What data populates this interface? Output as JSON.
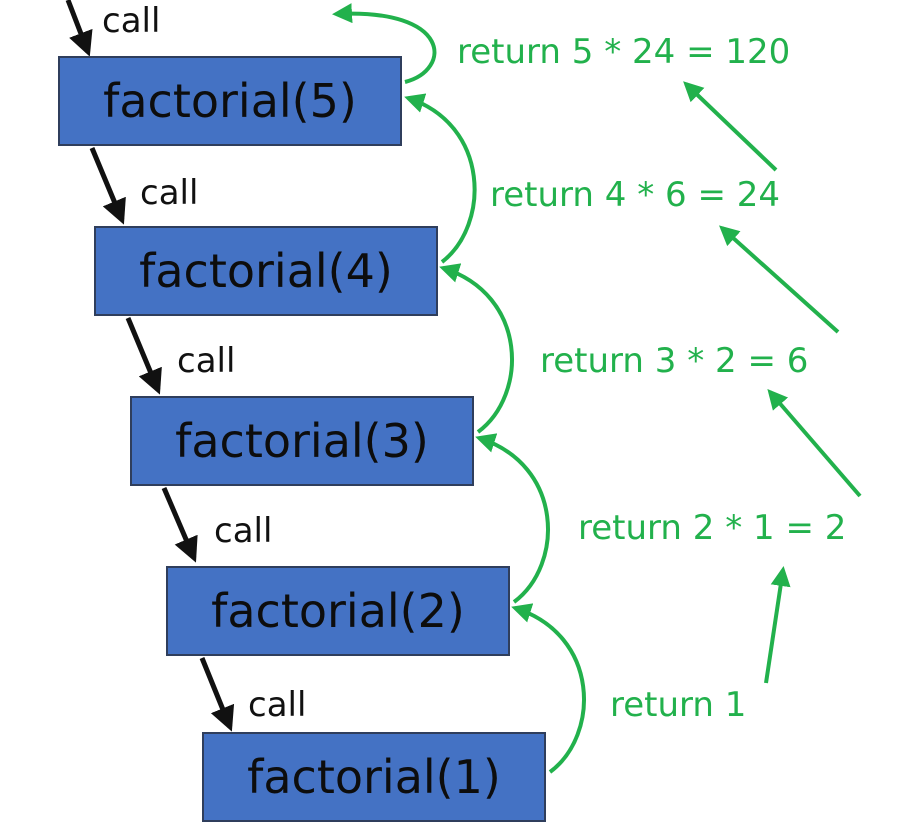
{
  "colors": {
    "box_fill": "#4472c4",
    "box_text": "#0d0d0d",
    "return_green": "#22b14c",
    "call_arrow": "#111111"
  },
  "calls": [
    {
      "label": "factorial(5)",
      "call_label": "call"
    },
    {
      "label": "factorial(4)",
      "call_label": "call"
    },
    {
      "label": "factorial(3)",
      "call_label": "call"
    },
    {
      "label": "factorial(2)",
      "call_label": "call"
    },
    {
      "label": "factorial(1)",
      "call_label": "call"
    }
  ],
  "returns": [
    {
      "text": "return 5 * 24 = 120"
    },
    {
      "text": "return 4 * 6 = 24"
    },
    {
      "text": "return 3 * 2 = 6"
    },
    {
      "text": "return 2 * 1 = 2"
    },
    {
      "text": "return 1"
    }
  ]
}
